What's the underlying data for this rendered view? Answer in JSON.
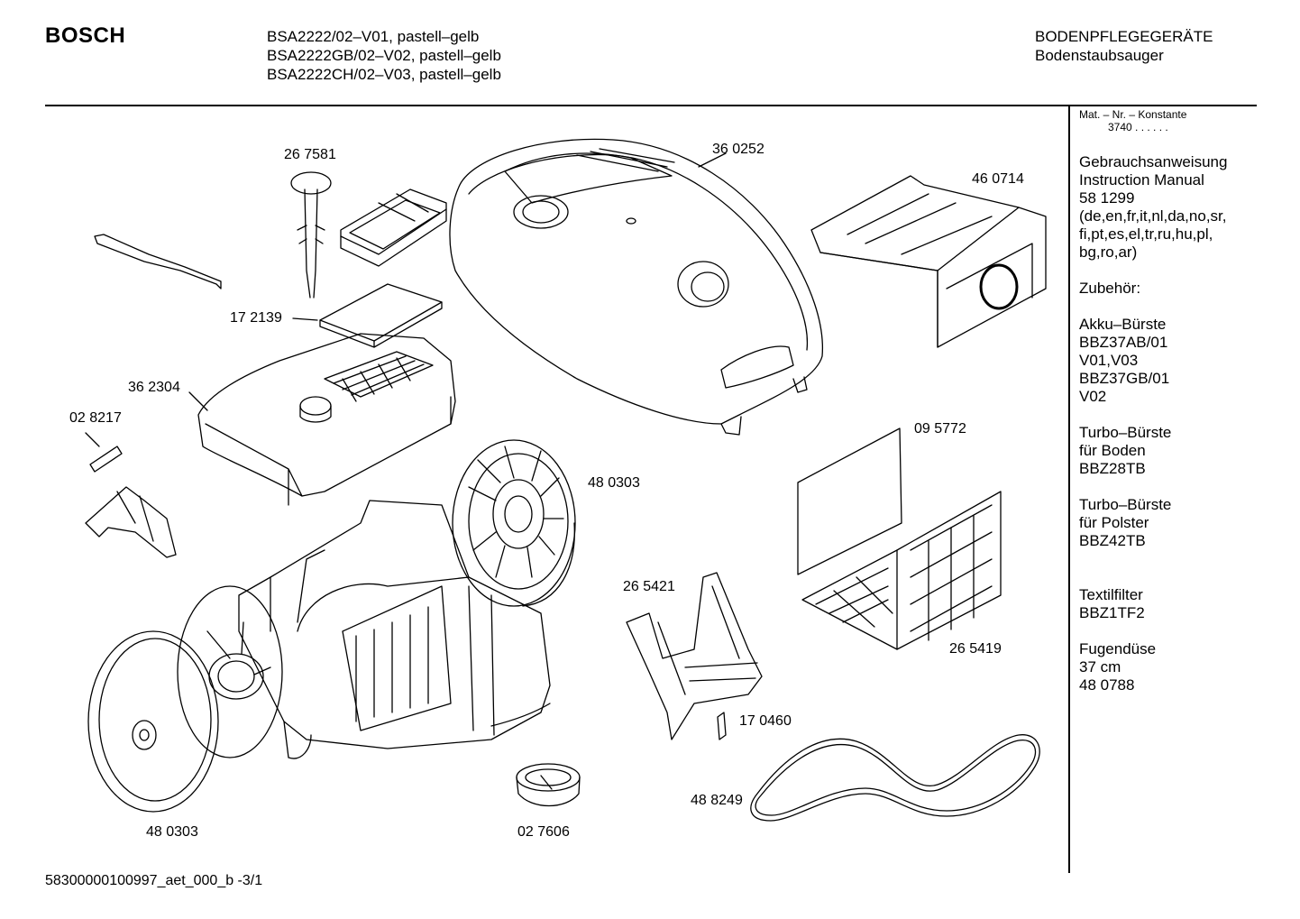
{
  "header": {
    "brand": "BOSCH",
    "models": [
      "BSA2222/02–V01, pastell–gelb",
      "BSA2222GB/02–V02, pastell–gelb",
      "BSA2222CH/02–V03, pastell–gelb"
    ],
    "category": "BODENPFLEGEGERÄTE",
    "subcategory": "Bodenstaubsauger"
  },
  "sidebar": {
    "mat_label": "Mat. – Nr. – Konstante",
    "mat_value": "3740  .  .    .  .  .  .",
    "manual": {
      "title": "Gebrauchsanweisung",
      "title_en": "Instruction Manual",
      "number": "58 1299",
      "languages": [
        "(de,en,fr,it,nl,da,no,sr,",
        "fi,pt,es,el,tr,ru,hu,pl,",
        "bg,ro,ar)"
      ]
    },
    "accessories_heading": "Zubehör:",
    "accessories": [
      {
        "lines": [
          "Akku–Bürste",
          "BBZ37AB/01",
          "V01,V03",
          "BBZ37GB/01",
          "V02"
        ]
      },
      {
        "lines": [
          "Turbo–Bürste",
          "für Boden",
          "BBZ28TB"
        ]
      },
      {
        "lines": [
          "Turbo–Bürste",
          "für Polster",
          "BBZ42TB"
        ]
      },
      {
        "lines": [
          "Textilfilter",
          "BBZ1TF2"
        ]
      },
      {
        "lines": [
          "Fugendüse",
          "37 cm",
          "48 0788"
        ]
      }
    ]
  },
  "parts": {
    "p267581": "26 7581",
    "p360252": "36 0252",
    "p460714": "46 0714",
    "p172139": "17 2139",
    "p362304": "36 2304",
    "p028217": "02 8217",
    "p095772": "09 5772",
    "p480303_top": "48 0303",
    "p265421": "26 5421",
    "p265419": "26 5419",
    "p170460": "17 0460",
    "p488249": "48 8249",
    "p480303_bottom": "48 0303",
    "p027606": "02 7606"
  },
  "footer": {
    "code": "58300000100997_aet_000_b  -3/1"
  }
}
